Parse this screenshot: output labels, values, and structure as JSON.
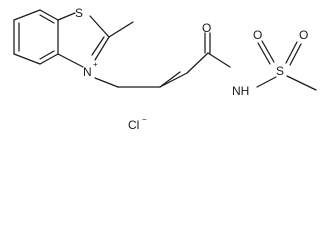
{
  "molecule": {
    "atoms": {
      "ring_sulfur": "S",
      "ring_nitrogen": "N",
      "ring_nitrogen_charge": "+",
      "carbonyl_oxygen": "O",
      "amide_nh": "NH",
      "sulfonyl_sulfur": "S",
      "sulfonyl_oxygen_left": "O",
      "sulfonyl_oxygen_right": "O"
    },
    "counterion": {
      "label": "Cl",
      "charge": "−"
    }
  }
}
